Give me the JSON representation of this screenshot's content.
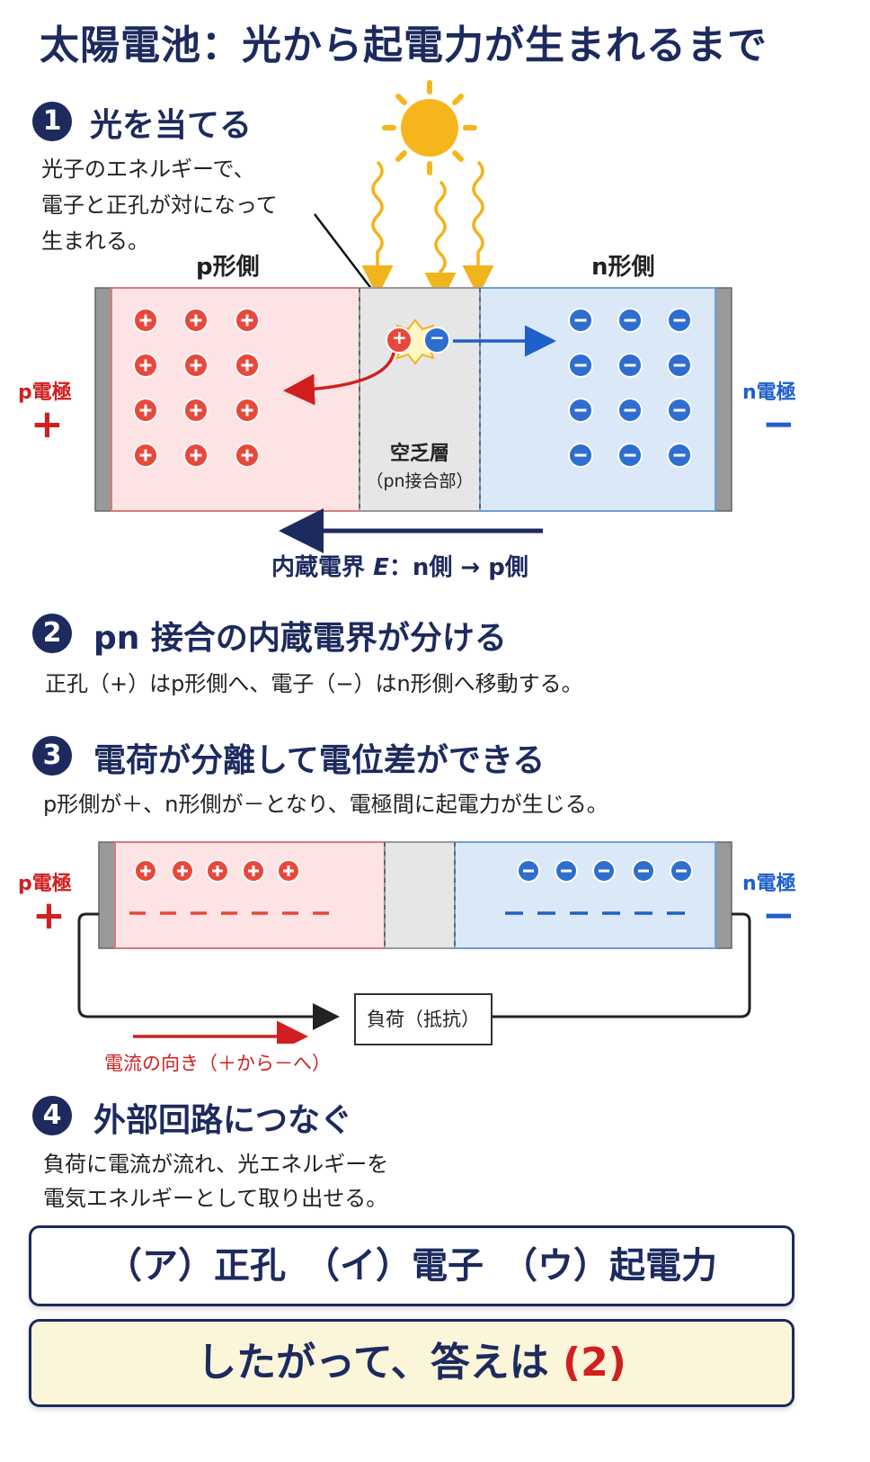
{
  "title": "太陽電池：光から起電力が生まれるまで",
  "steps": [
    {
      "num": "1",
      "title": "光を当てる",
      "desc": [
        "光子のエネルギーで、",
        "電子と正孔が対になって",
        "生まれる。"
      ]
    },
    {
      "num": "2",
      "title": "pn 接合の内蔵電界が分ける",
      "desc": [
        "正孔（+）はp形側へ、電子（−）はn形側へ移動する。"
      ]
    },
    {
      "num": "3",
      "title": "電荷が分離して電位差ができる",
      "desc": [
        "p形側が＋、n形側が－となり、電極間に起電力が生じる。"
      ]
    },
    {
      "num": "4",
      "title": "外部回路につなぐ",
      "desc": [
        "負荷に電流が流れ、光エネルギーを",
        "電気エネルギーとして取り出せる。"
      ]
    }
  ],
  "diagram1": {
    "p_side_label": "p形側",
    "n_side_label": "n形側",
    "p_electrode_label": "p電極",
    "n_electrode_label": "n電極",
    "p_sign": "+",
    "n_sign": "−",
    "depletion_label": "空乏層",
    "depletion_sub": "（pn接合部）",
    "field_label_pre": "内蔵電界 ",
    "field_label_e": "E",
    "field_label_post": "：n側 → p側",
    "pair_plus": "+",
    "pair_minus": "−"
  },
  "diagram2": {
    "p_electrode_label": "p電極",
    "n_electrode_label": "n電極",
    "p_sign": "+",
    "n_sign": "−",
    "load_label": "負荷（抵抗）",
    "current_label": "電流の向き（＋から－へ）"
  },
  "answers": {
    "line": "（ア）正孔　（イ）電子　（ウ）起電力",
    "final_pre": "したがって、答えは ",
    "final_answer": "(2)"
  },
  "colors": {
    "navy": "#1c2a5e",
    "red": "#d11f1f",
    "blue": "#1f5fc9",
    "p_region": "#fde3e3",
    "n_region": "#dbe8f8",
    "depletion": "#e6e6e6",
    "sun": "#f7b51d"
  }
}
